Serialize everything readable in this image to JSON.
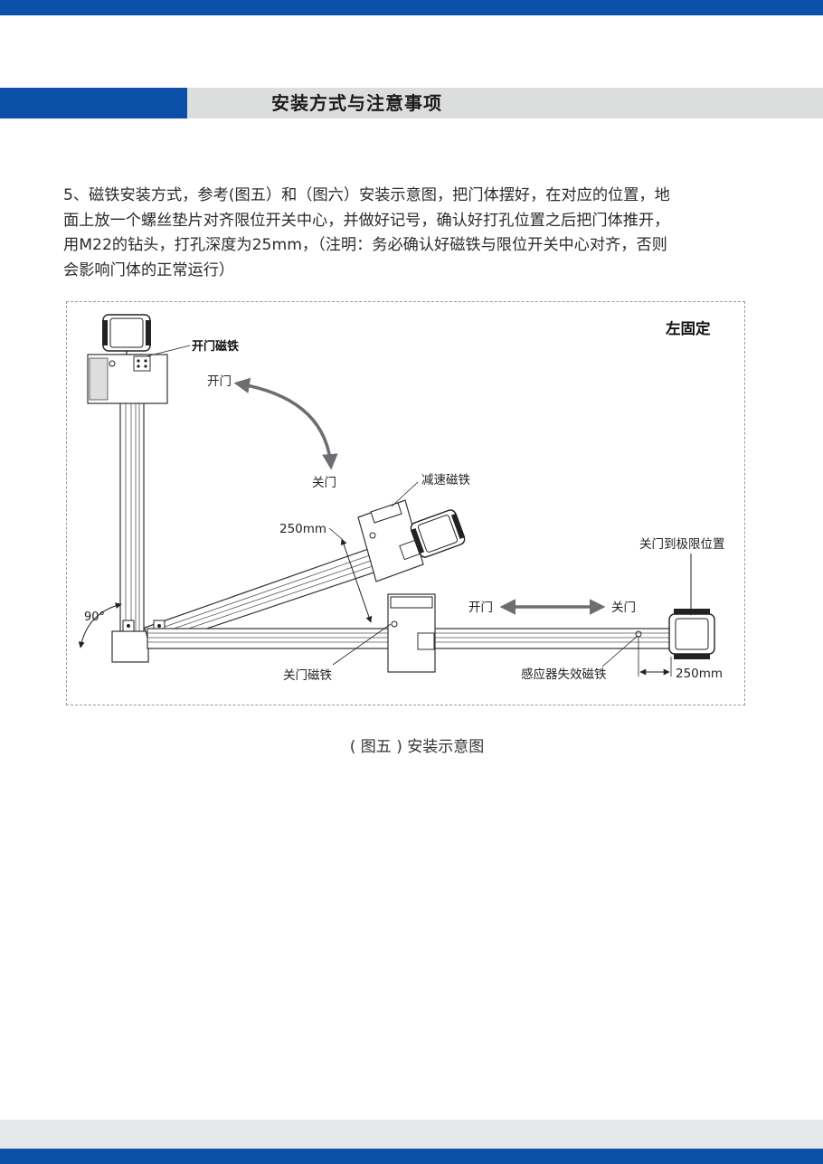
{
  "header": {
    "title": "安装方式与注意事项"
  },
  "body": {
    "paragraph_lines": [
      "5、磁铁安装方式，参考(图五）和（图六）安装示意图，把门体摆好，在对应的位置，地",
      "面上放一个螺丝垫片对齐限位开关中心，并做好记号，确认好打孔位置之后把门体推开，",
      "用M22的钻头，打孔深度为25mm，（注明：务必确认好磁铁与限位开关中心对齐，否则",
      "会影响门体的正常运行）"
    ]
  },
  "diagram": {
    "mounting_label": "左固定",
    "labels": {
      "open_magnet": "开门磁铁",
      "open_arc": "开门",
      "close_arc": "关门",
      "decel_magnet": "减速磁铁",
      "offset_250_left": "250mm",
      "angle": "90°",
      "close_magnet": "关门磁铁",
      "travel_open": "开门",
      "travel_close": "关门",
      "close_limit": "关门到极限位置",
      "sensor_fail_magnet": "感应器失效磁铁",
      "offset_250_right": "250mm"
    }
  },
  "figure": {
    "caption": "( 图五 ) 安装示意图"
  },
  "colors": {
    "brand_blue": "#0a4fa8",
    "header_gray": "#dcdddd",
    "arrow_gray": "#6d6e71"
  }
}
